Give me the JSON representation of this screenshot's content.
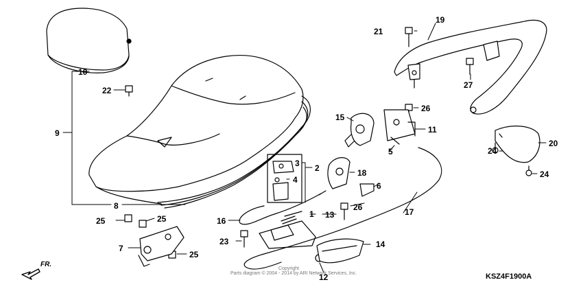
{
  "diagram_code": "KSZ4F1900A",
  "front_indicator": "FR.",
  "copyright_line1": "Copyright",
  "copyright_line2": "Parts diagram © 2004 - 2014 by ARI Network Services, Inc.",
  "callouts": {
    "c1": "1",
    "c2": "2",
    "c3": "3",
    "c4": "4",
    "c5": "5",
    "c6": "6",
    "c7": "7",
    "c8": "8",
    "c9": "9",
    "c10": "10",
    "c11": "11",
    "c12": "12",
    "c13": "13",
    "c14": "14",
    "c15": "15",
    "c16": "16",
    "c17": "17",
    "c18": "18",
    "c19": "19",
    "c20": "20",
    "c21": "21",
    "c22": "22",
    "c23": "23",
    "c24a": "24",
    "c24b": "24",
    "c25a": "25",
    "c25b": "25",
    "c25c": "25",
    "c26a": "26",
    "c26b": "26",
    "c27": "27"
  }
}
